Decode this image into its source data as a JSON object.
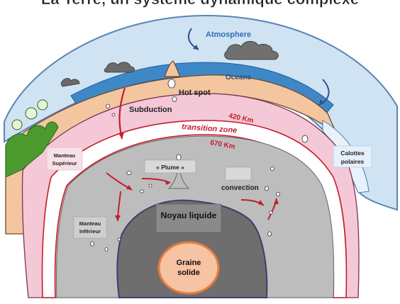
{
  "title": "La Terre, un système dynamique complexe",
  "labels": {
    "atmosphere": "Atmosphere",
    "oceans": "Oceans",
    "hot_spot": "Hot spot",
    "subduction": "Subduction",
    "km_420": "420 Km",
    "transition_zone": "transition zone",
    "km_670": "670 Km",
    "manteau_superieur_1": "Manteau",
    "manteau_superieur_2": "Supérieur",
    "calottes_1": "Calottes",
    "calottes_2": "polaires",
    "plume": "« Plume »",
    "convection": "convection",
    "manteau_inferieur_1": "Manteau",
    "manteau_inferieur_2": "Inférieur",
    "noyau_liquide": "Noyau liquide",
    "graine_1": "Graine",
    "graine_2": "solide"
  },
  "colors": {
    "sky": "#cfe3f3",
    "sky_edge": "#5a83b6",
    "ocean": "#3f88c8",
    "crust": "#f3c6a0",
    "upper_mantle": "#f4c8d6",
    "transition_line": "#c31d2e",
    "lower_mantle": "#bdbdbd",
    "outer_core": "#6e6e6e",
    "inner_core": "#f6c3a3",
    "inner_core_edge": "#e77b3e",
    "label_red": "#c31d2e",
    "label_blue": "#2f6fb1",
    "vegetation": "#4c9a2e"
  }
}
